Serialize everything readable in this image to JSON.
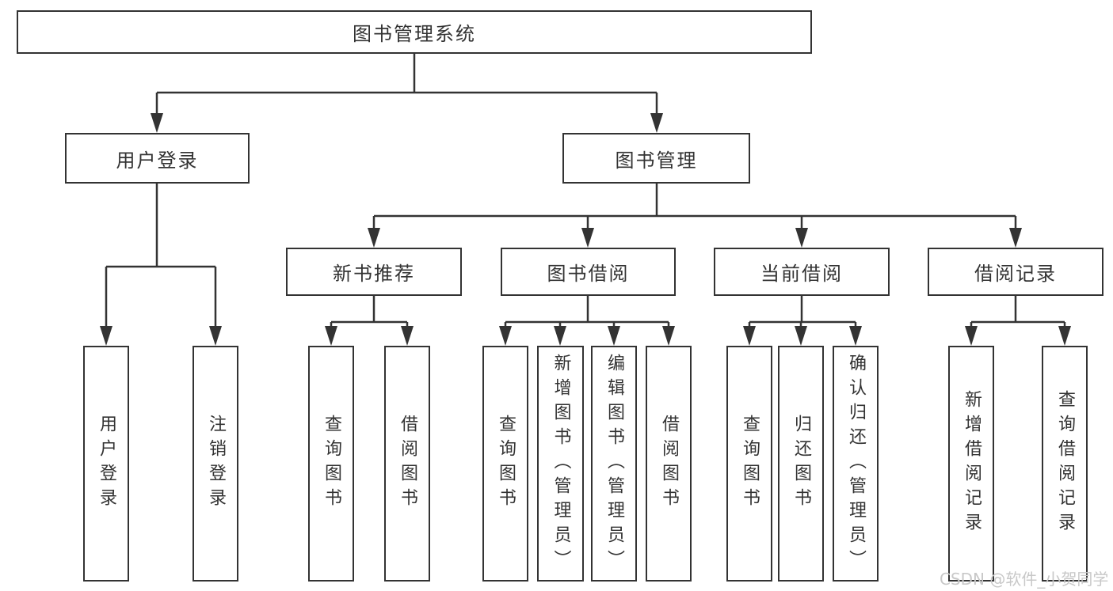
{
  "diagram": {
    "title": "图书管理系统",
    "level2": [
      "用户登录",
      "图书管理"
    ],
    "level3": [
      "新书推荐",
      "图书借阅",
      "当前借阅",
      "借阅记录"
    ],
    "leaves": {
      "user_login": [
        "用户登录",
        "注销登录"
      ],
      "new_book": [
        "查询图书",
        "借阅图书"
      ],
      "book_borrow": [
        "查询图书",
        "新增图书（管理员）",
        "编辑图书（管理员）",
        "借阅图书"
      ],
      "current_borrow": [
        "查询图书",
        "归还图书",
        "确认归还（管理员）"
      ],
      "borrow_records": [
        "新增借阅记录",
        "查询借阅记录"
      ]
    },
    "watermark": "CSDN @软件_小贺同学"
  },
  "colors": {
    "line": "#333333",
    "text": "#333333",
    "box_background": "#ffffff",
    "watermark": "#c8c8c8",
    "background": "#ffffff"
  }
}
